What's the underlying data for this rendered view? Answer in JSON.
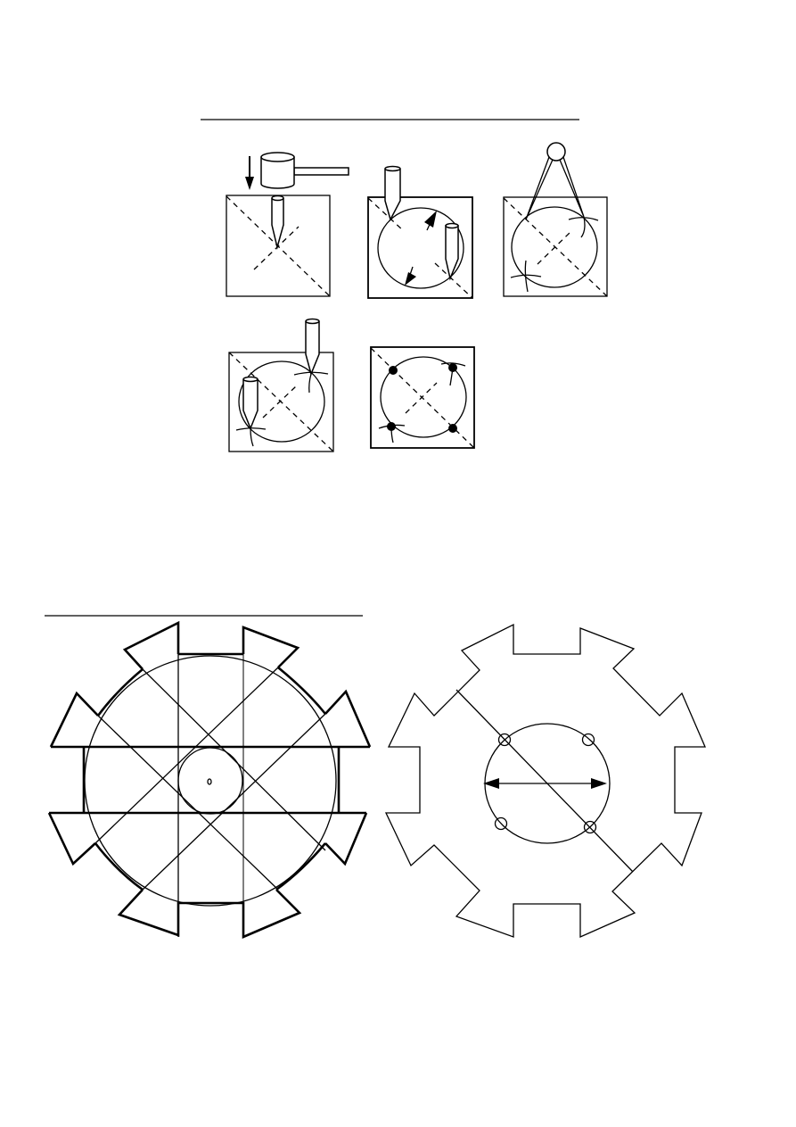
{
  "diagram": {
    "colors": {
      "ink": "#000000",
      "paper": "#ffffff"
    },
    "top_steps": [
      "center-punch-with-hammer",
      "punch-circle-ends",
      "compass-arcs",
      "punch-arc-intersections",
      "finished-hole-marks"
    ],
    "bottom_figures": [
      "gear-layout-construction",
      "gear-outline-with-holes"
    ]
  }
}
